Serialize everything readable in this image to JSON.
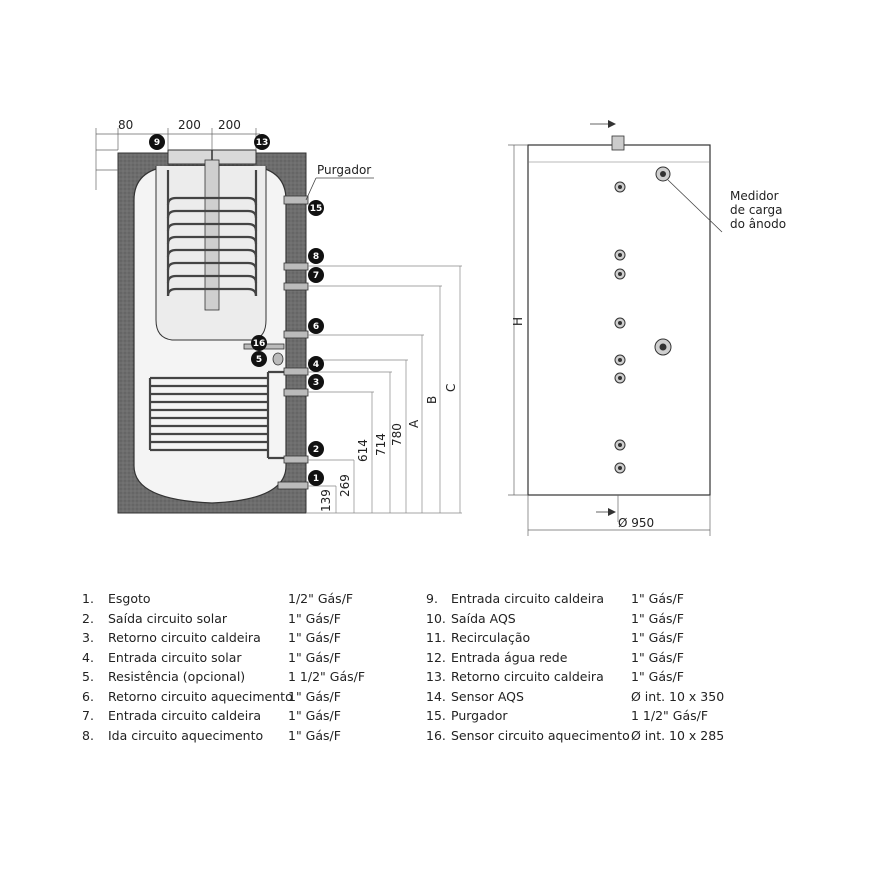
{
  "dimensions": {
    "top_80": "80",
    "top_200_a": "200",
    "top_200_b": "200",
    "h139": "139",
    "h269": "269",
    "h614": "614",
    "h714": "714",
    "h780": "780",
    "A": "A",
    "B": "B",
    "C": "C",
    "H": "H",
    "diameter": "Ø 950"
  },
  "callouts": {
    "purgador": "Purgador",
    "medidor_line1": "Medidor",
    "medidor_line2": "de carga",
    "medidor_line3": "do ânodo"
  },
  "badges": [
    "9",
    "13",
    "15",
    "8",
    "7",
    "6",
    "16",
    "5",
    "4",
    "3",
    "2",
    "1"
  ],
  "legend": [
    {
      "num": "1.",
      "name": "Esgoto",
      "spec": "1/2\" Gás/F"
    },
    {
      "num": "2.",
      "name": "Saída circuito solar",
      "spec": "1\" Gás/F"
    },
    {
      "num": "3.",
      "name": "Retorno circuito caldeira",
      "spec": "1\" Gás/F"
    },
    {
      "num": "4.",
      "name": "Entrada circuito solar",
      "spec": "1\" Gás/F"
    },
    {
      "num": "5.",
      "name": "Resistência (opcional)",
      "spec": "1 1/2\" Gás/F"
    },
    {
      "num": "6.",
      "name": "Retorno circuito aquecimento",
      "spec": "1\" Gás/F"
    },
    {
      "num": "7.",
      "name": "Entrada circuito caldeira",
      "spec": "1\" Gás/F"
    },
    {
      "num": "8.",
      "name": "Ida circuito aquecimento",
      "spec": "1\" Gás/F"
    },
    {
      "num": "9.",
      "name": "Entrada circuito caldeira",
      "spec": "1\" Gás/F"
    },
    {
      "num": "10.",
      "name": "Saída AQS",
      "spec": "1\" Gás/F"
    },
    {
      "num": "11.",
      "name": "Recirculação",
      "spec": "1\" Gás/F"
    },
    {
      "num": "12.",
      "name": "Entrada água rede",
      "spec": "1\" Gás/F"
    },
    {
      "num": "13.",
      "name": "Retorno circuito caldeira",
      "spec": "1\" Gás/F"
    },
    {
      "num": "14.",
      "name": "Sensor AQS",
      "spec": "Ø int. 10 x 350"
    },
    {
      "num": "15.",
      "name": "Purgador",
      "spec": "1 1/2\" Gás/F"
    },
    {
      "num": "16.",
      "name": "Sensor circuito aquecimento",
      "spec": "Ø int. 10 x 285"
    }
  ]
}
